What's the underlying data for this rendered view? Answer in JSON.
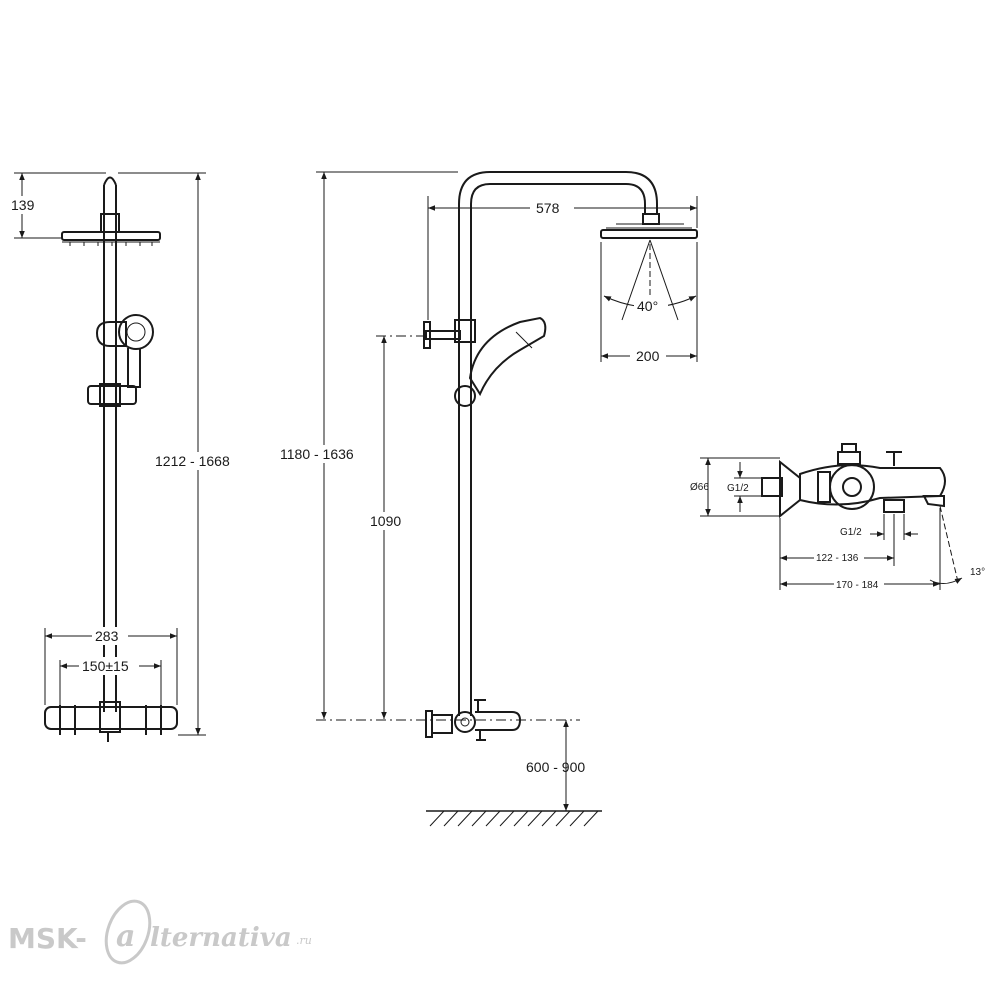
{
  "dimensions": {
    "front_top": "139",
    "front_height": "1212 - 1668",
    "front_width": "283",
    "front_spacing": "150±15",
    "side_reach": "578",
    "side_height": "1180 - 1636",
    "side_angle": "40°",
    "side_head": "200",
    "side_bar": "1090",
    "side_floor": "600 - 900",
    "mixer_diameter": "Ø66",
    "mixer_inlet": "G1/2",
    "mixer_outlet": "G1/2",
    "mixer_depth1": "122 - 136",
    "mixer_depth2": "170 - 184",
    "mixer_angle": "13°"
  },
  "watermark": {
    "left": "MSK-",
    "script": "lternativa",
    "tld": ".ru"
  },
  "colors": {
    "line": "#1a1a1a",
    "watermark": "#c9c9c9"
  }
}
